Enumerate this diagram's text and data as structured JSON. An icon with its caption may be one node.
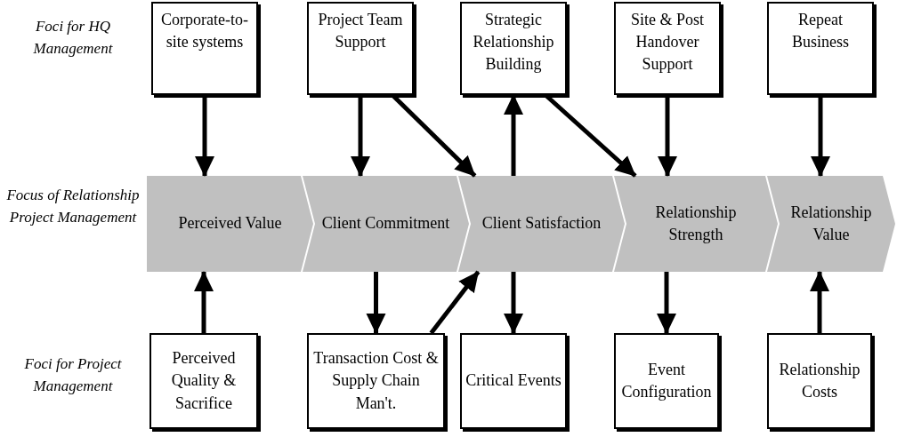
{
  "diagram": {
    "nodes": [
      {
        "text": [
          "Corporate-to-site systems"
        ]
      },
      {
        "text": [
          "Project Team Support"
        ]
      },
      {
        "text": [
          "Strategic Relationship Building"
        ]
      },
      {
        "text": [
          "Site & Post Handover Support"
        ]
      },
      {
        "text": [
          "Repeat Business"
        ]
      },
      {
        "text": [
          "Perceived Value"
        ]
      },
      {
        "text": [
          "Client Commitment"
        ]
      },
      {
        "text": [
          "Client Satisfaction"
        ]
      },
      {
        "text": [
          "Relationship Strength"
        ]
      },
      {
        "text": [
          "Relationship Value"
        ]
      },
      {
        "text": [
          "Perceived Quality & Sacrifice"
        ]
      },
      {
        "text": [
          "Transaction Cost & Supply Chain Man't."
        ]
      },
      {
        "text": [
          "Critical Events"
        ]
      },
      {
        "text": [
          "Event Configuration"
        ]
      },
      {
        "text": [
          "Relationship Costs"
        ]
      }
    ],
    "edges": [
      {
        "from": 0,
        "to": 5,
        "arrow": "to"
      },
      {
        "from": 1,
        "to": 6,
        "arrow": "to"
      },
      {
        "from": 1,
        "to": 7,
        "arrow": "to"
      },
      {
        "from": 7,
        "to": 2,
        "arrow": "to"
      },
      {
        "from": 2,
        "to": 8,
        "arrow": "to"
      },
      {
        "from": 3,
        "to": 8,
        "arrow": "to"
      },
      {
        "from": 4,
        "to": 9,
        "arrow": "to"
      },
      {
        "from": 10,
        "to": 5,
        "arrow": "to"
      },
      {
        "from": 6,
        "to": 11,
        "arrow": "to"
      },
      {
        "from": 11,
        "to": 7,
        "arrow": "to"
      },
      {
        "from": 7,
        "to": 12,
        "arrow": "to"
      },
      {
        "from": 8,
        "to": 13,
        "arrow": "to"
      },
      {
        "from": 14,
        "to": 9,
        "arrow": "to"
      }
    ],
    "labels": [
      "Foci for HQ Management",
      "Focus of Relationship Project Management",
      "Foci for Project Management"
    ]
  }
}
